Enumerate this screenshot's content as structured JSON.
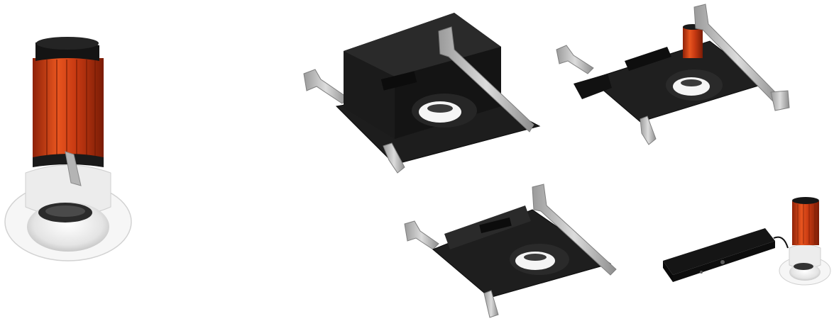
{
  "scene": {
    "background": "#ffffff",
    "products": [
      {
        "name": "downlight-module",
        "colors": {
          "heatsink": "#d8401a",
          "trim": "#f4f4f4",
          "cap": "#111111"
        }
      },
      {
        "name": "new-construction-housing-large",
        "colors": {
          "housing": "#1b1b1b",
          "bracket": "#b9b9b9"
        }
      },
      {
        "name": "new-construction-plate-with-module",
        "colors": {
          "plate": "#202020",
          "heatsink": "#d8401a"
        }
      },
      {
        "name": "new-construction-plate-small",
        "colors": {
          "plate": "#1e1e1e",
          "bracket": "#b9b9b9"
        }
      },
      {
        "name": "remodel-driver-with-module",
        "colors": {
          "driver": "#151515",
          "heatsink": "#d8401a",
          "trim": "#f4f4f4"
        }
      }
    ]
  }
}
